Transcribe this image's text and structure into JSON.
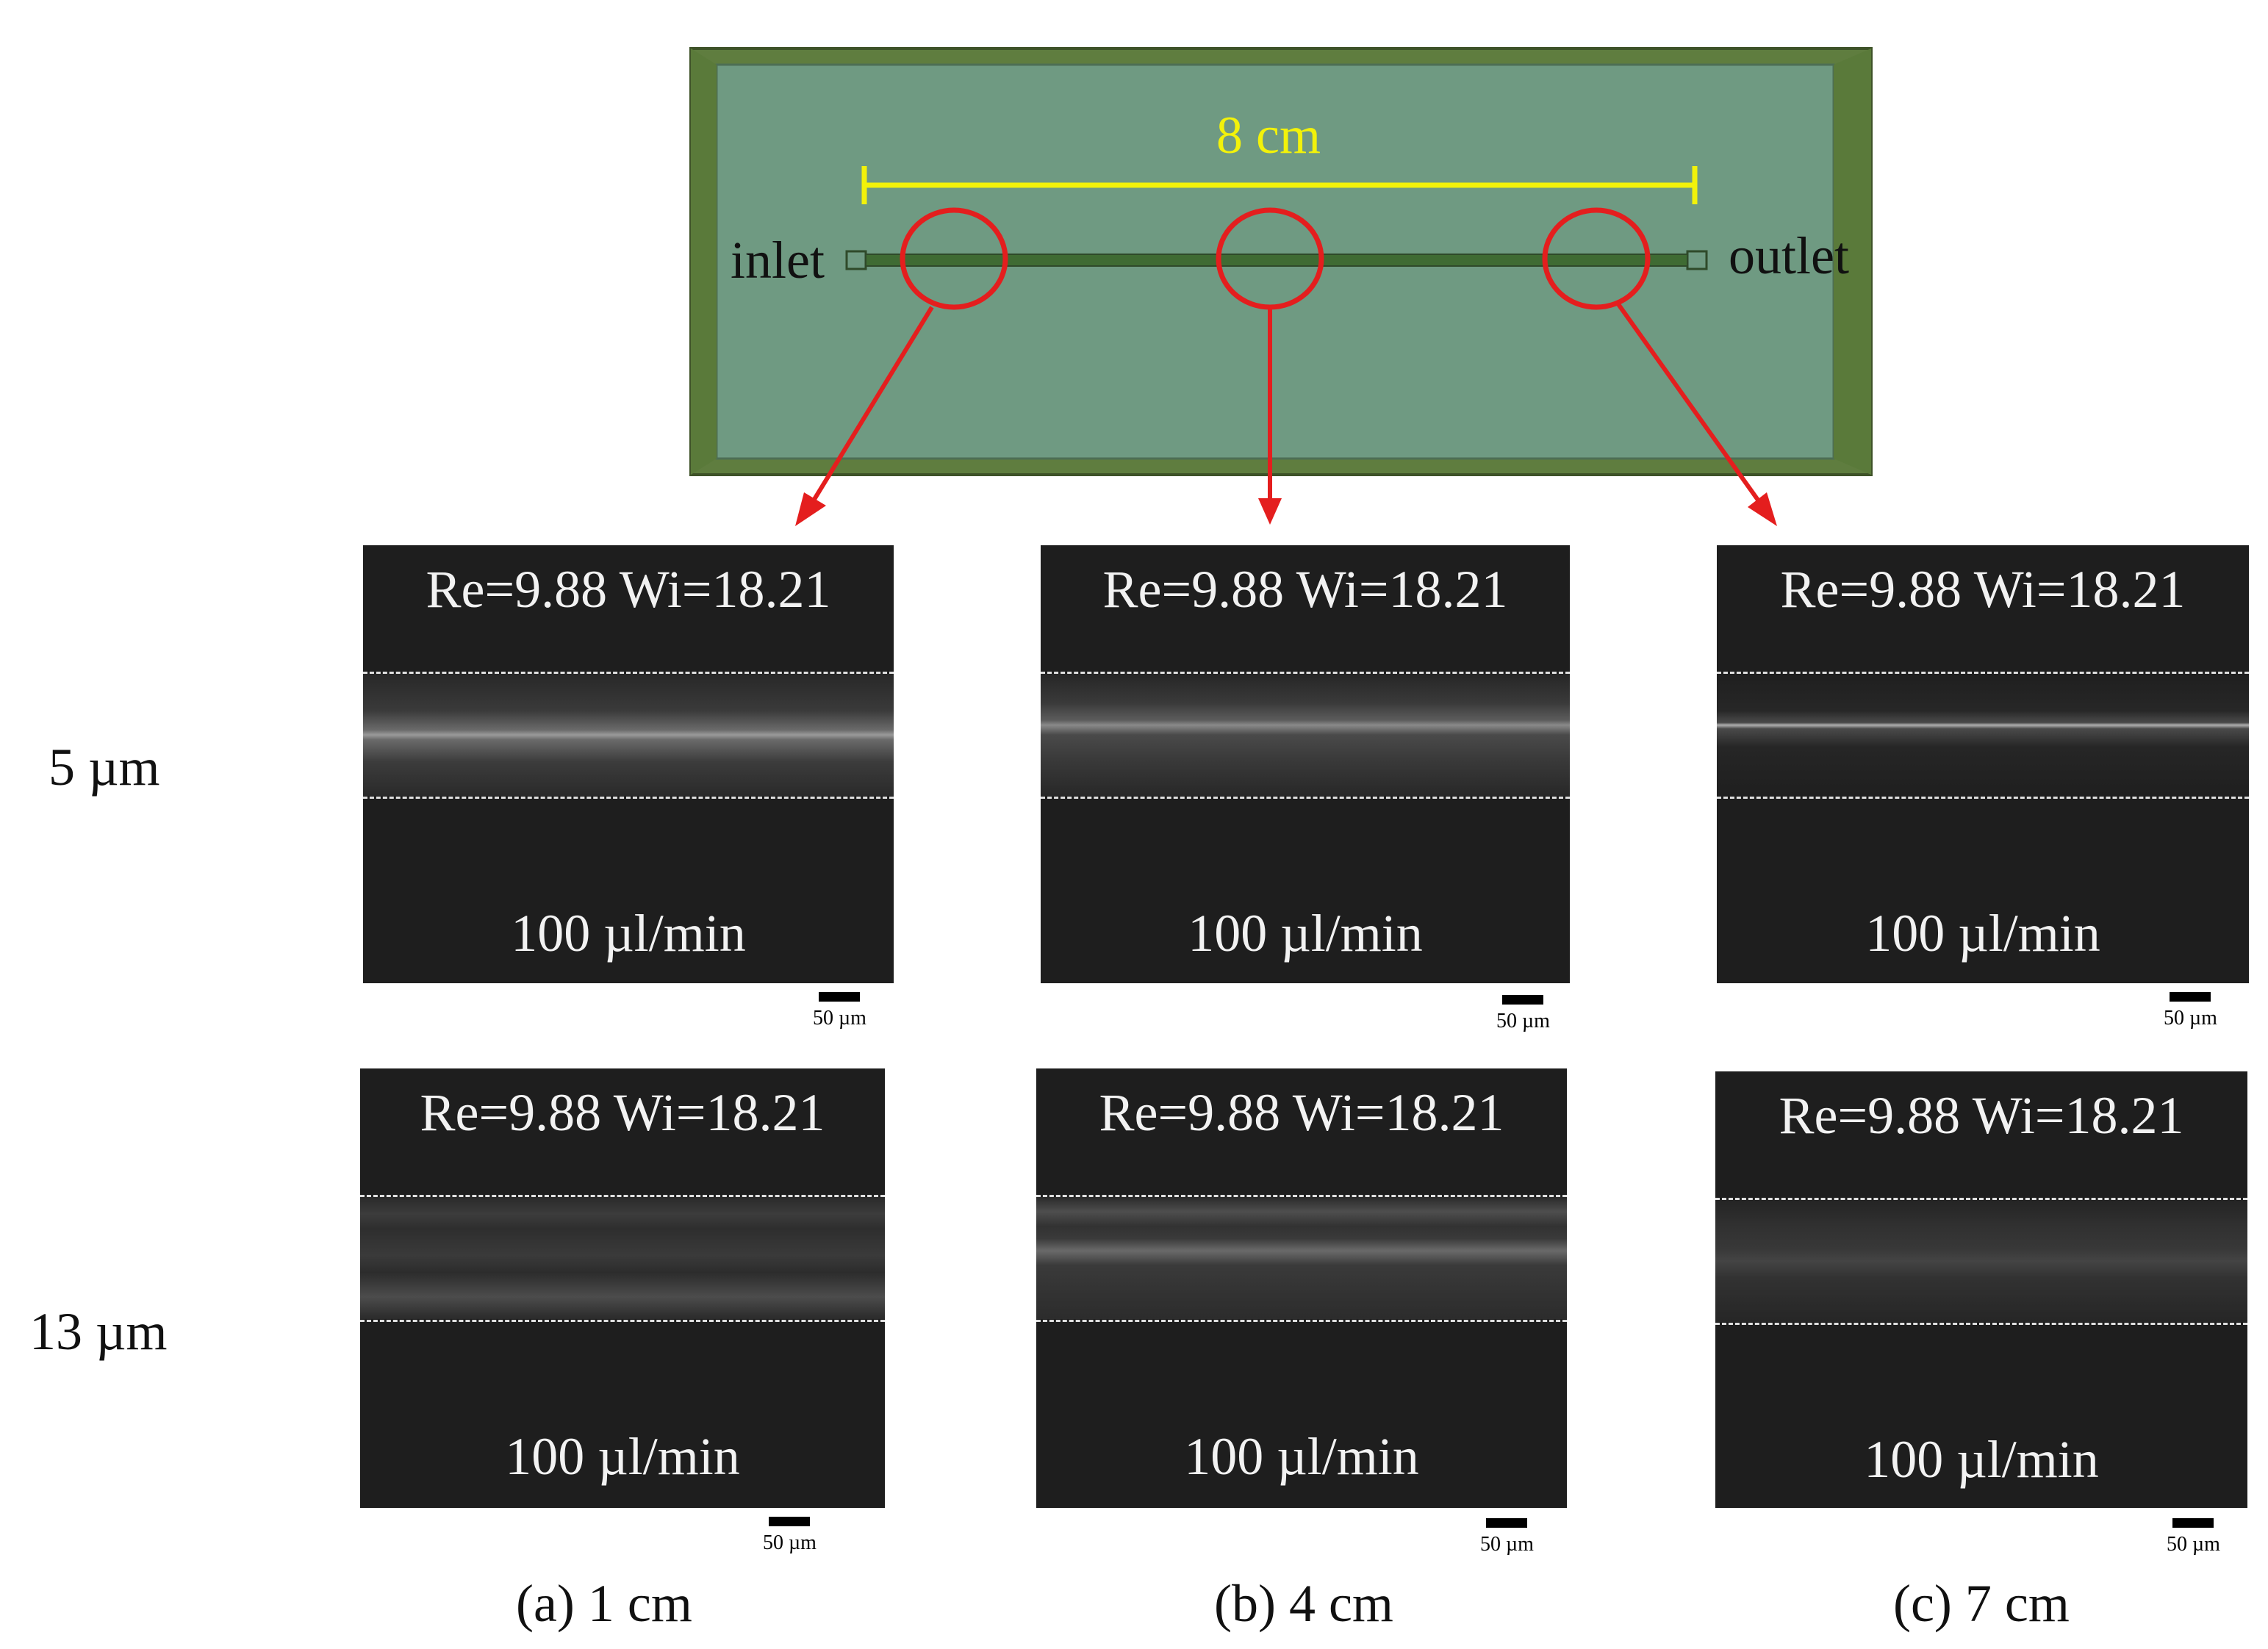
{
  "chip": {
    "length_label": "8 cm",
    "inlet_label": "inlet",
    "outlet_label": "outlet",
    "colors": {
      "frame": "#5f7d3f",
      "body": "#6f9a82",
      "ruler": "#f2f20a",
      "marker": "#e41e1e",
      "channel": "#3f6b33"
    }
  },
  "row_labels": [
    "5 µm",
    "13 µm"
  ],
  "column_labels": [
    "(a) 1 cm",
    "(b) 4 cm",
    "(c) 7 cm"
  ],
  "panels": [
    {
      "row": "5 µm",
      "column": "(a) 1 cm",
      "equation": "Re=9.88 Wi=18.21",
      "flow_rate": "100 µl/min",
      "scale": "50 µm"
    },
    {
      "row": "5 µm",
      "column": "(b) 4 cm",
      "equation": "Re=9.88 Wi=18.21",
      "flow_rate": "100 µl/min",
      "scale": "50 µm"
    },
    {
      "row": "5 µm",
      "column": "(c) 7 cm",
      "equation": "Re=9.88 Wi=18.21",
      "flow_rate": "100 µl/min",
      "scale": "50 µm"
    },
    {
      "row": "13 µm",
      "column": "(a) 1 cm",
      "equation": "Re=9.88 Wi=18.21",
      "flow_rate": "100 µl/min",
      "scale": "50 µm"
    },
    {
      "row": "13 µm",
      "column": "(b) 4 cm",
      "equation": "Re=9.88 Wi=18.21",
      "flow_rate": "100 µl/min",
      "scale": "50 µm"
    },
    {
      "row": "13 µm",
      "column": "(c) 7 cm",
      "equation": "Re=9.88 Wi=18.21",
      "flow_rate": "100 µl/min",
      "scale": "50 µm"
    }
  ]
}
